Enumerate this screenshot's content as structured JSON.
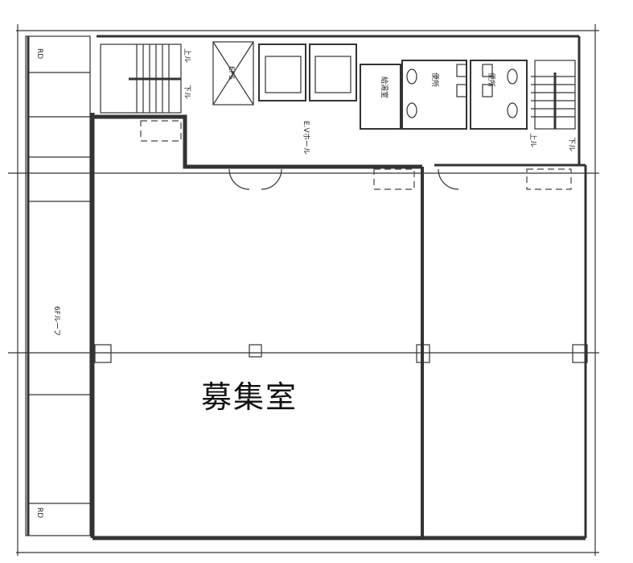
{
  "plan": {
    "room_label": "募集室",
    "labels": {
      "rd_top": "RD",
      "rd_bottom": "RD",
      "eps": "EPS",
      "ev_hall": "E.Vホール",
      "toilet_1": "便所",
      "toilet_2": "便所",
      "kitchenette": "給湯室",
      "stair_up_left": "上ル",
      "stair_down_left": "下ル",
      "stair_up_right": "上ル",
      "stair_down_right": "下ル",
      "roof": "6Fルーフ"
    },
    "colors": {
      "line": "#222222",
      "background": "#ffffff"
    }
  }
}
